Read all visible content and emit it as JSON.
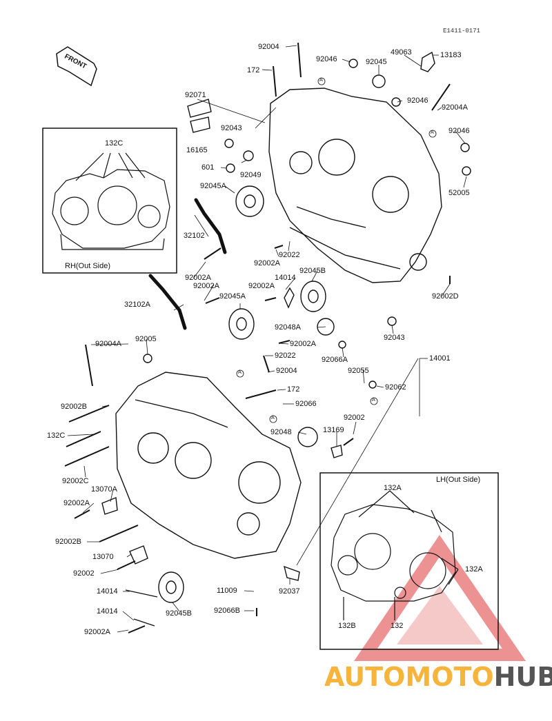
{
  "diagram_ref": "E1411-0171",
  "front_label": "FRONT",
  "inset_rh": {
    "caption": "RH(Out Side)",
    "part": "132C"
  },
  "inset_lh": {
    "caption": "LH(Out Side)",
    "parts": [
      "132A",
      "132A",
      "132B",
      "132"
    ]
  },
  "callouts": {
    "c92004_top": "92004",
    "c172_top": "172",
    "c92046_a": "92046",
    "c92045_a": "92045",
    "c49063": "49063",
    "c13183": "13183",
    "c92071": "92071",
    "c92046_b": "92046",
    "c92004A_top": "92004A",
    "c92043_a": "92043",
    "c16165": "16165",
    "c92046_c": "92046",
    "c601": "601",
    "c92049": "92049",
    "c52005": "52005",
    "c92045A_a": "92045A",
    "c32102": "32102",
    "c92002A_a": "92002A",
    "c92022_a": "92022",
    "c92002A_b": "92002A",
    "c92002A_c": "92002A",
    "c14014_a": "14014",
    "c92045B_a": "92045B",
    "c92002D": "92002D",
    "c32102A": "32102A",
    "c92045A_b": "92045A",
    "c92002A_d": "92002A",
    "c92048A": "92048A",
    "c92043_b": "92043",
    "c92004A_mid": "92004A",
    "c92005": "92005",
    "c92002A_e": "92002A",
    "c92022_b": "92022",
    "c92066A": "92066A",
    "c14001": "14001",
    "c92004_mid": "92004",
    "c92055": "92055",
    "c92062": "92062",
    "c172_mid": "172",
    "c92066": "92066",
    "c92002B_a": "92002B",
    "c132C": "132C",
    "c92048": "92048",
    "c13169": "13169",
    "c92002": "92002",
    "c92002C": "92002C",
    "c13070A": "13070A",
    "c92002A_f": "92002A",
    "c92002B_b": "92002B",
    "c13070": "13070",
    "c92002_b": "92002",
    "c14014_b": "14014",
    "c14014_c": "14014",
    "c92045B_b": "92045B",
    "c11009": "11009",
    "c92037": "92037",
    "c92066B": "92066B",
    "c92002A_g": "92002A"
  },
  "ref_marks": [
    "A",
    "A",
    "A",
    "A",
    "A"
  ],
  "watermark": {
    "part1": "AUTOMOTO",
    "part2": "HUB",
    "color1": "#f6b43c",
    "color2": "#555555",
    "triangle_color": "#e03a3a"
  }
}
